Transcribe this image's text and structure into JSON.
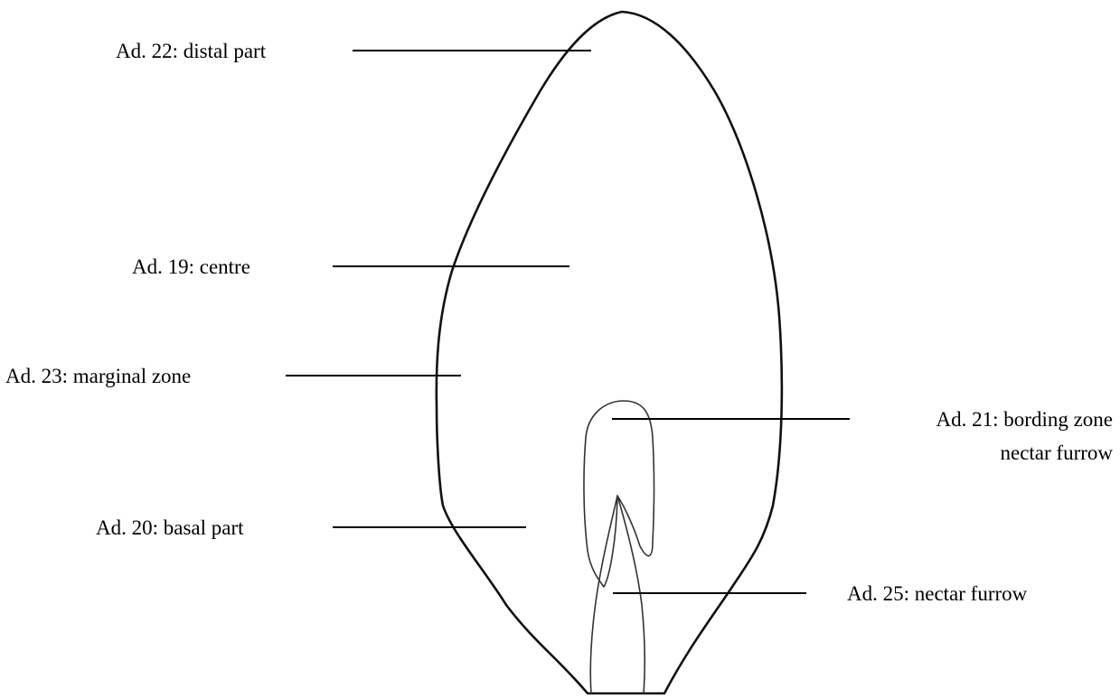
{
  "labels": {
    "distal": "Ad. 22: distal part",
    "centre": "Ad. 19: centre",
    "marginal": "Ad. 23: marginal zone",
    "bording_line1": "Ad. 21: bording zone",
    "bording_line2": "nectar furrow",
    "basal": "Ad. 20: basal part",
    "nectar": "Ad. 25: nectar furrow"
  }
}
